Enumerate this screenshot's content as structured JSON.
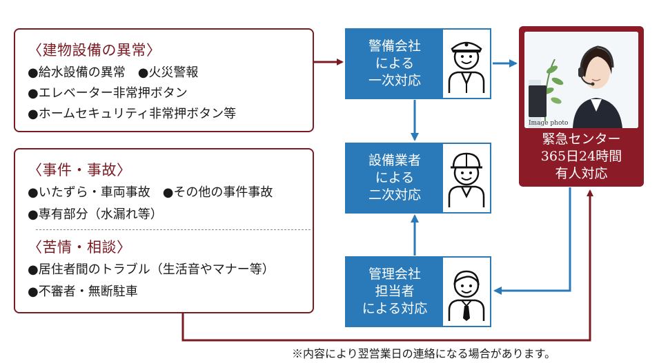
{
  "panels": {
    "building": {
      "heading": "〈建物設備の異常〉",
      "lines": [
        "●給水設備の異常　●火災警報",
        "●エレベーター非常押ボタン",
        "●ホームセキュリティ非常押ボタン等"
      ]
    },
    "incident": {
      "heading": "〈事件・事故〉",
      "lines": [
        "●いたずら・車両事故　●その他の事件事故",
        "●専有部分（水漏れ等）"
      ]
    },
    "complaint": {
      "heading": "〈苦情・相談〉",
      "lines": [
        "●居住者間のトラブル（生活音やマナー等）",
        "●不審者・無断駐車"
      ]
    }
  },
  "flow": {
    "security": [
      "警備会社",
      "による",
      "一次対応"
    ],
    "equipment": [
      "設備業者",
      "による",
      "二次対応"
    ],
    "management": [
      "管理会社",
      "担当者",
      "による対応"
    ]
  },
  "center": {
    "photo_caption": "Image  photo",
    "lines": [
      "緊急センター",
      "365日24時間",
      "有人対応"
    ]
  },
  "note": "※内容により翌営業日の連絡になる場合があります。",
  "colors": {
    "maroon": "#7a1a22",
    "center_bg": "#8b1b26",
    "blue": "#2a79b8"
  }
}
